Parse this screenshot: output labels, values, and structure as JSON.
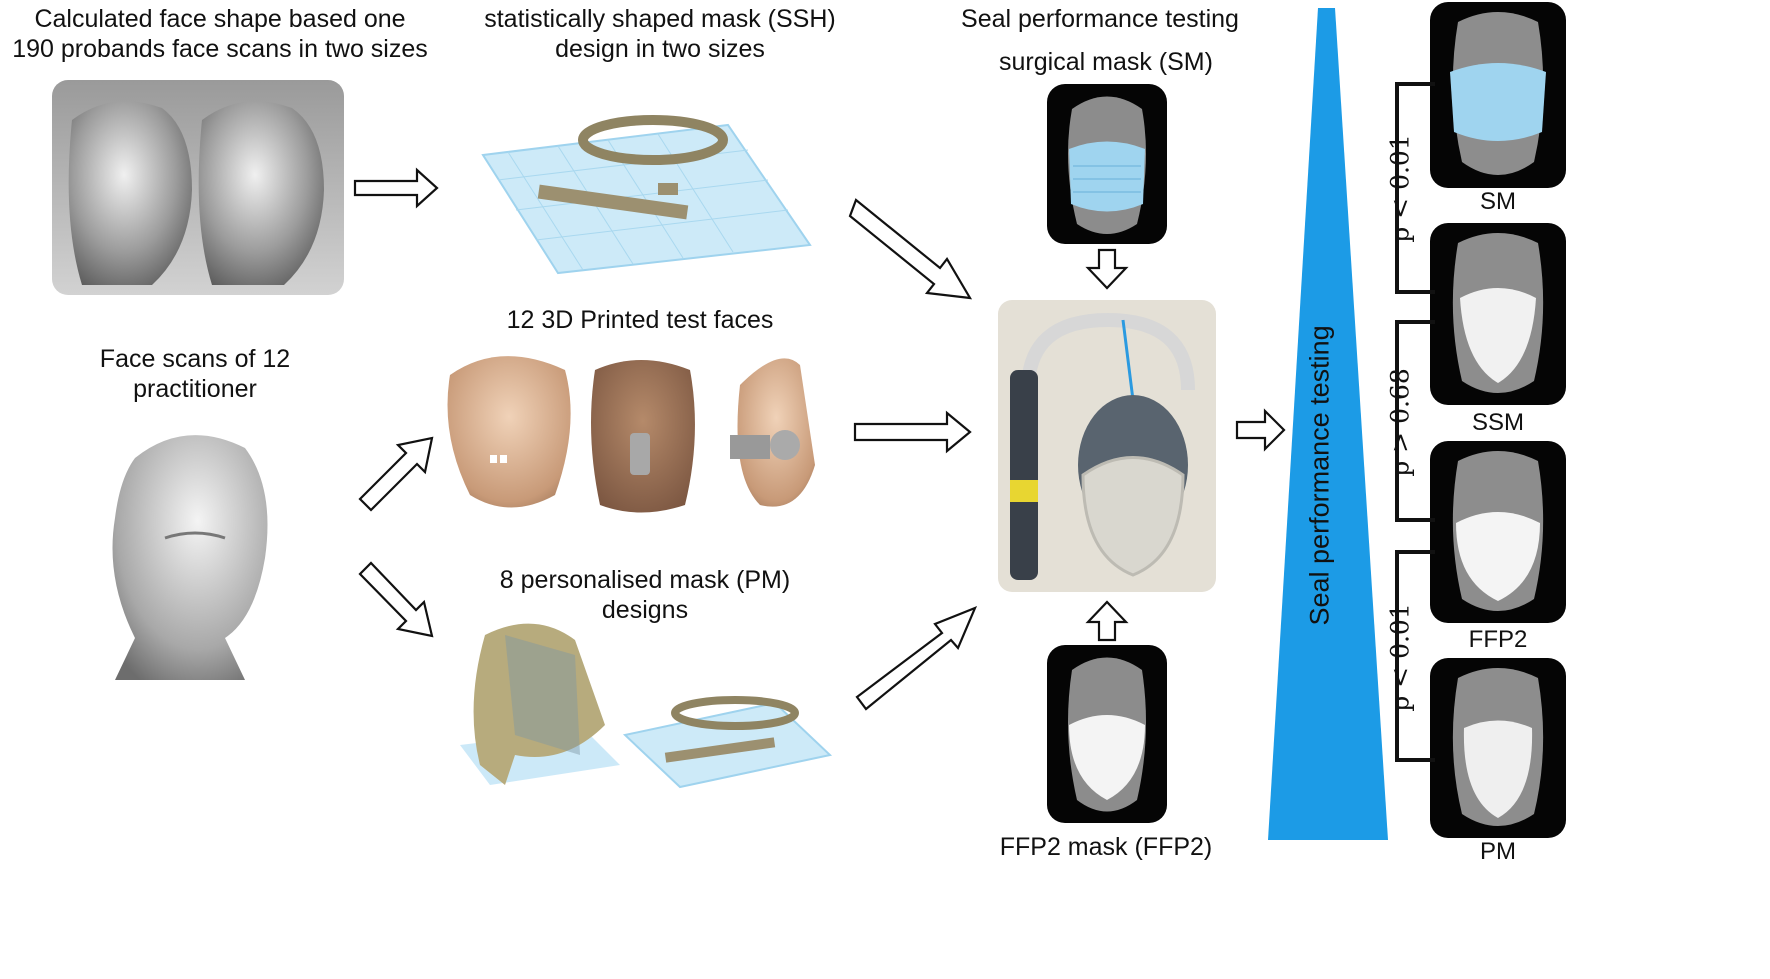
{
  "headings": {
    "face_shape": [
      "Calculated face shape based one",
      "190 probands face scans in two sizes"
    ],
    "ssh": [
      "statistically shaped mask (SSH)",
      "design in two sizes"
    ],
    "seal_testing": "Seal performance testing",
    "surgical": "surgical mask (SM)",
    "practitioner": [
      "Face scans of 12",
      "practitioner"
    ],
    "printed_faces": "12 3D Printed test faces",
    "pm_designs": [
      "8 personalised mask (PM)",
      "designs"
    ],
    "ffp2": "FFP2 mask (FFP2)"
  },
  "ramp": {
    "label": "Seal performance testing",
    "color": "#1c9be6"
  },
  "results": {
    "masks": [
      "SM",
      "SSM",
      "FFP2",
      "PM"
    ],
    "comparisons": [
      "p < 0.01",
      "p > 0.68",
      "p < 0.01"
    ]
  },
  "colors": {
    "arrow_stroke": "#111111",
    "grid_blue": "#bfe4f6",
    "mask_blue": "#8fcbea",
    "skin": "#d9b08f",
    "print_tan": "#b7a27b"
  }
}
